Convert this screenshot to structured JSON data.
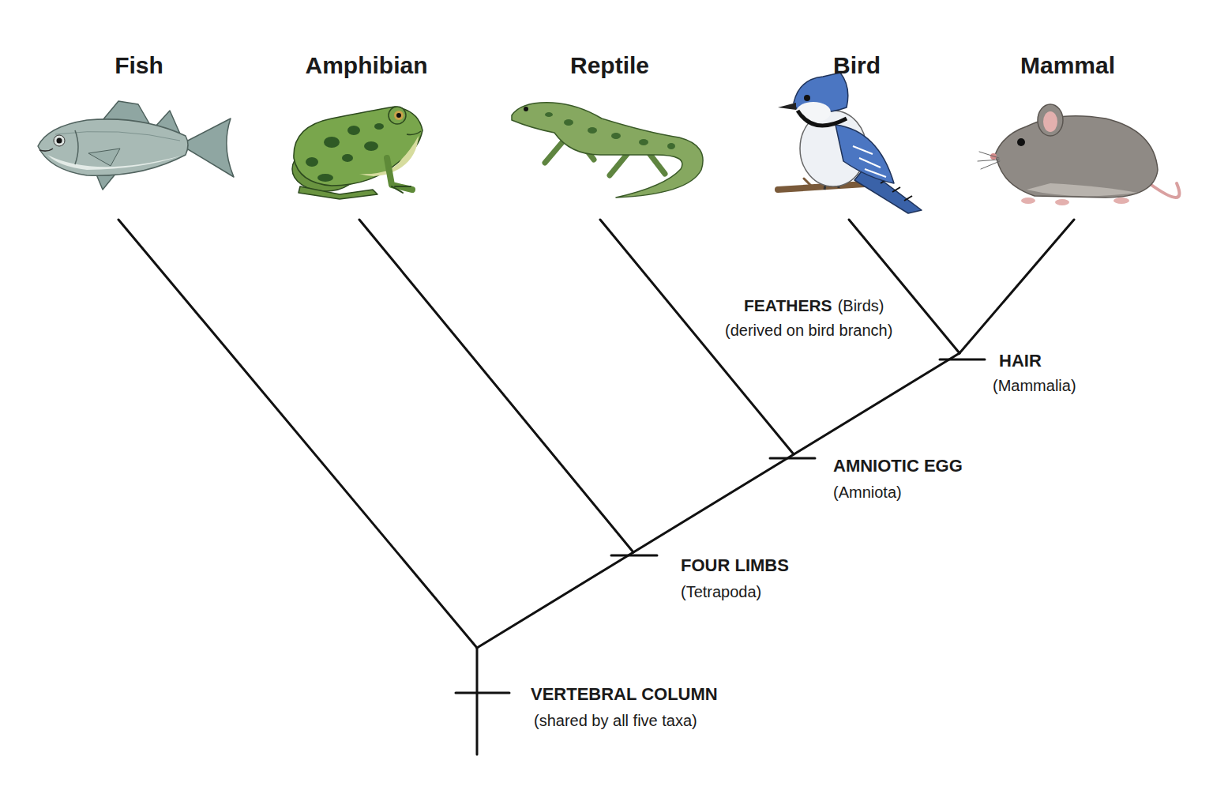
{
  "diagram": {
    "labels": [
      "Fish",
      "Amphibian",
      "Reptile",
      "Bird",
      "Mammal",
      "FEATHERS",
      "(Birds)",
      "(derived on bird branch)",
      "HAIR",
      "(Mammalia)",
      "AMNIOTIC EGG",
      "(Amniota)",
      "FOUR LIMBS",
      "(Tetrapoda)",
      "VERTEBRAL COLUMN",
      "(shared by all five taxa)"
    ]
  }
}
